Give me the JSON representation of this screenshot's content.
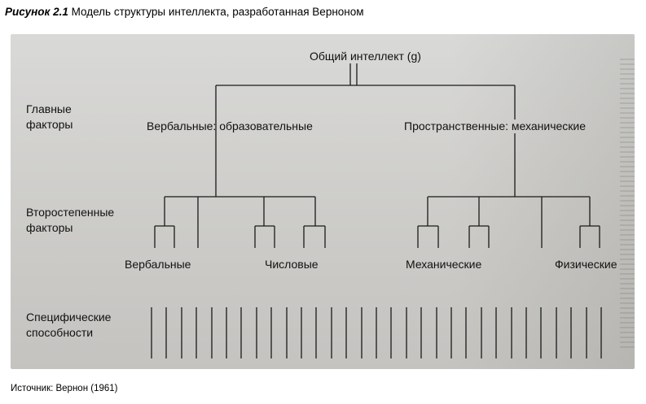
{
  "caption": {
    "figure_number": "Рисунок 2.1",
    "title": "Модель структуры интеллекта, разработанная Верноном"
  },
  "diagram": {
    "root": "Общий интеллект (g)",
    "levels": {
      "main": [
        "Главные",
        "факторы"
      ],
      "minor": [
        "Второстепенные",
        "факторы"
      ],
      "specific": [
        "Специфические",
        "способности"
      ]
    },
    "major_factors": {
      "left": "Вербальные: образовательные",
      "right": "Пространственные: механические"
    },
    "minor_factors": [
      "Вербальные",
      "Числовые",
      "Механические",
      "Физические"
    ]
  },
  "source": "Источник: Вернон (1961)"
}
